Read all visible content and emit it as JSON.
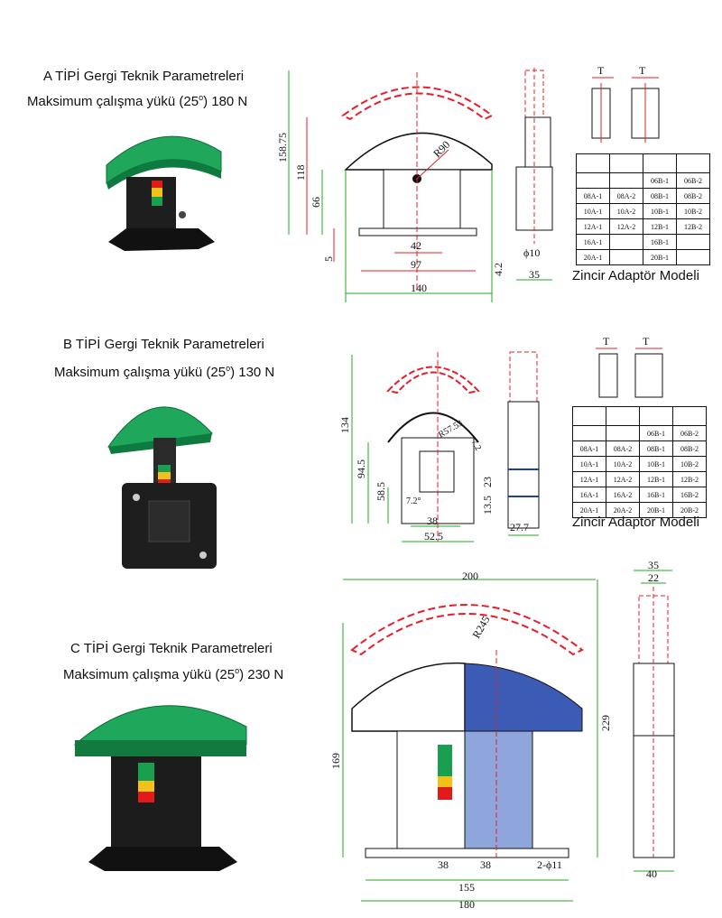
{
  "type_a": {
    "title": "A TİPİ Gergi Teknik Parametreleri",
    "load_prefix": "Maksimum çalışma yükü (25",
    "load_sup": "o",
    "load_suffix": ") 180 N",
    "dims": {
      "h_total": "158.75",
      "h_118": "118",
      "h_66": "66",
      "h_5": "5",
      "w_42": "42",
      "w_97": "97",
      "w_140": "140",
      "r_90": "R90",
      "side_42": "4.2",
      "side_phi10": "ϕ10",
      "side_35": "35",
      "t1": "T",
      "t2": "T"
    },
    "table": [
      [
        "",
        "",
        "",
        "",
        ""
      ],
      [
        "",
        "",
        "06B-1",
        "06B-2"
      ],
      [
        "08A-1",
        "08A-2",
        "08B-1",
        "08B-2"
      ],
      [
        "10A-1",
        "10A-2",
        "10B-1",
        "10B-2"
      ],
      [
        "12A-1",
        "12A-2",
        "12B-1",
        "12B-2"
      ],
      [
        "16A-1",
        "",
        "16B-1",
        ""
      ],
      [
        "20A-1",
        "",
        "20B-1",
        ""
      ]
    ],
    "model_caption": "Zincir Adaptör Modeli"
  },
  "type_b": {
    "title": "B TİPİ Gergi Teknik Parametreleri",
    "load_prefix": "Maksimum çalışma yükü (25",
    "load_sup": "o",
    "load_suffix": ") 130 N",
    "dims": {
      "h_134": "134",
      "h_94_5": "94.5",
      "h_58_5": "58.5",
      "v_23": "23",
      "v_13_5": "13.5",
      "w_38": "38",
      "w_52_5": "52.5",
      "side_27_7": "27.7",
      "r_57_53": "R57.53",
      "ang1": "7.2°",
      "ang2": "7.2",
      "t1": "T",
      "t2": "T"
    },
    "table": [
      [
        "",
        "",
        "",
        ""
      ],
      [
        "",
        "",
        "06B-1",
        "06B-2"
      ],
      [
        "08A-1",
        "08A-2",
        "08B-1",
        "08B-2"
      ],
      [
        "10A-1",
        "10A-2",
        "10B-1",
        "10B-2"
      ],
      [
        "12A-1",
        "12A-2",
        "12B-1",
        "12B-2"
      ],
      [
        "16A-1",
        "16A-2",
        "16B-1",
        "16B-2"
      ],
      [
        "20A-1",
        "20A-2",
        "20B-1",
        "20B-2"
      ]
    ],
    "model_caption": "Zincir Adaptör Modeli"
  },
  "type_c": {
    "title": "C TİPİ Gergi Teknik Parametreleri",
    "load_prefix": "Maksimum çalışma yükü (25",
    "load_sup": "o",
    "load_suffix": ") 230 N",
    "dims": {
      "w_200": "200",
      "r_245": "R245",
      "h_169": "169",
      "h_229": "229",
      "w_38a": "38",
      "w_38b": "38",
      "w_155": "155",
      "w_180": "180",
      "hole": "2-ϕ11",
      "side_35": "35",
      "side_22": "22",
      "side_40": "40"
    }
  },
  "colors": {
    "green": "#16a05a",
    "red": "#e0131b",
    "body": "#1b1b1b",
    "dim_green": "#22aa22",
    "dim_red": "#e81c2a",
    "hatch": "#1c3fa0"
  }
}
